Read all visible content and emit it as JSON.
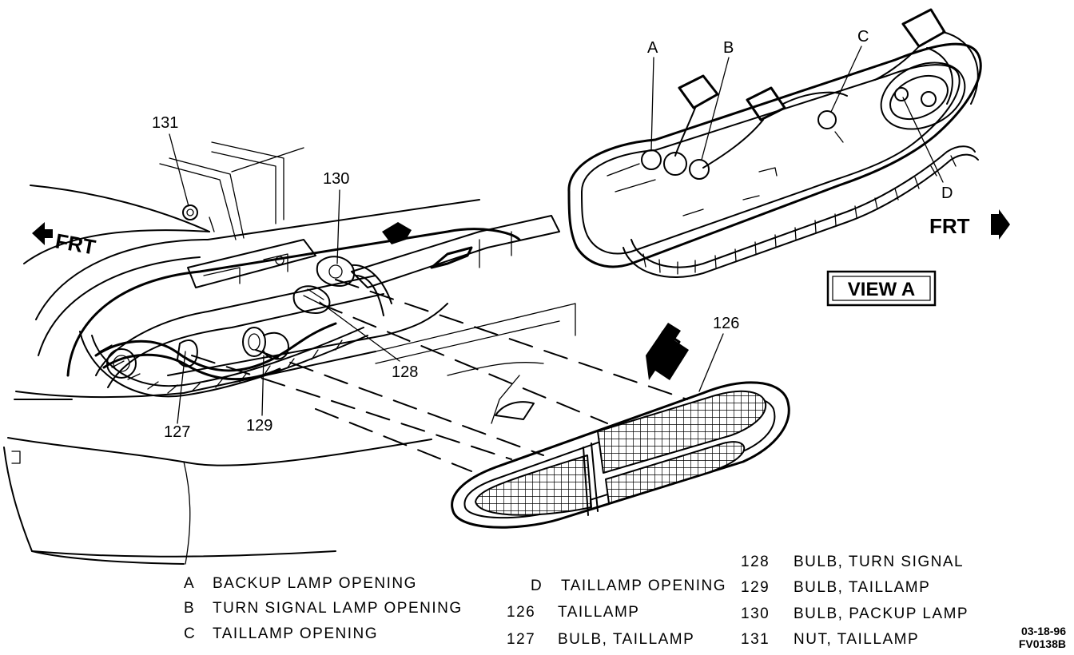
{
  "callouts": {
    "c131": "131",
    "c130": "130",
    "c126": "126",
    "c128": "128",
    "c127": "127",
    "c129": "129",
    "cA": "A",
    "cB": "B",
    "cC": "C",
    "cD": "D"
  },
  "direction": {
    "front_left": "FRT",
    "front_right": "FRT"
  },
  "view_box_label": "VIEW A",
  "view_arrow_letter": "A",
  "legend": [
    {
      "key": "A",
      "text": "BACKUP LAMP OPENING"
    },
    {
      "key": "B",
      "text": "TURN SIGNAL LAMP OPENING"
    },
    {
      "key": "C",
      "text": "TAILLAMP OPENING"
    },
    {
      "key": "D",
      "text": "TAILLAMP OPENING"
    },
    {
      "key": "126",
      "text": "TAILLAMP"
    },
    {
      "key": "127",
      "text": "BULB, TAILLAMP"
    },
    {
      "key": "128",
      "text": "BULB, TURN SIGNAL"
    },
    {
      "key": "129",
      "text": "BULB, TAILLAMP"
    },
    {
      "key": "130",
      "text": "BULB, PACKUP LAMP"
    },
    {
      "key": "131",
      "text": "NUT, TAILLAMP"
    }
  ],
  "figure_code": {
    "date": "03-18-96",
    "id": "FV0138B"
  }
}
